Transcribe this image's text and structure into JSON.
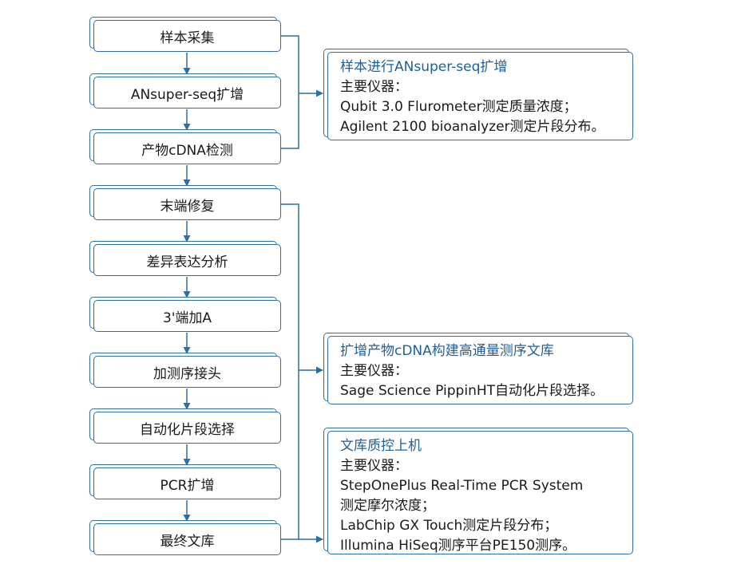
{
  "colors": {
    "accent": "#2c6fa6",
    "title_text": "#1f5f98",
    "body_text": "#1a1a1a"
  },
  "steps": [
    "样本采集",
    "ANsuper-seq扩增",
    "产物cDNA检测",
    "末端修复",
    "差异表达分析",
    "3'端加A",
    "加测序接头",
    "自动化片段选择",
    "PCR扩增",
    "最终文库"
  ],
  "info_boxes": [
    {
      "title": "样本进行ANsuper-seq扩增",
      "lines": [
        "主要仪器：",
        "Qubit 3.0 Flurometer测定质量浓度；",
        "Agilent 2100 bioanalyzer测定片段分布。"
      ]
    },
    {
      "title": "扩增产物cDNA构建高通量测序文库",
      "lines": [
        "主要仪器：",
        "Sage Science PippinHT自动化片段选择。"
      ]
    },
    {
      "title": "文库质控上机",
      "lines": [
        "主要仪器：",
        "StepOnePlus Real-Time PCR System",
        "测定摩尔浓度；",
        "LabChip GX Touch测定片段分布；",
        "Illumina HiSeq测序平台PE150测序。"
      ]
    }
  ]
}
